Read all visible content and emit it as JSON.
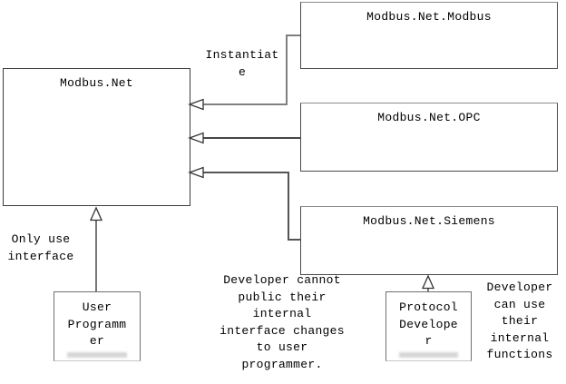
{
  "diagram": {
    "boxes": {
      "modbus_net": {
        "title": "Modbus.Net"
      },
      "modbus_net_modbus": {
        "title": "Modbus.Net.Modbus"
      },
      "modbus_net_opc": {
        "title": "Modbus.Net.OPC"
      },
      "modbus_net_siemens": {
        "title": "Modbus.Net.Siemens"
      },
      "user_programmer": {
        "lines": [
          "User",
          "Programm",
          "er"
        ]
      },
      "protocol_developer": {
        "lines": [
          "Protocol",
          "Develope",
          "r"
        ]
      }
    },
    "annotations": {
      "instantiate": {
        "lines": [
          "Instantiat",
          "e"
        ]
      },
      "only_use_interface": {
        "lines": [
          "Only use",
          "interface"
        ]
      },
      "developer_cannot": {
        "text": "Developer cannot public their internal interface changes to user programmer.",
        "lines": [
          "Developer cannot",
          "public their",
          "internal",
          "interface changes",
          "to user",
          "programmer."
        ]
      },
      "developer_can_use": {
        "text": "Developer can use their internal functions",
        "lines": [
          "Developer",
          "can use",
          "their",
          "internal",
          "functions"
        ]
      }
    },
    "icons": {
      "arrowheads": "hollow-triangle"
    },
    "colors": {
      "background": "#ffffff",
      "text": "#000000",
      "box_border": "#3c3c3c",
      "box_border_top_gray": "#8c8c8c",
      "box_border_faint": "#c6c6c6",
      "connector_gray": "#7f7f7f",
      "connector_dark": "#2e2e2e",
      "connector_mid": "#555555",
      "arrowhead_fill": "#ffffff"
    }
  }
}
